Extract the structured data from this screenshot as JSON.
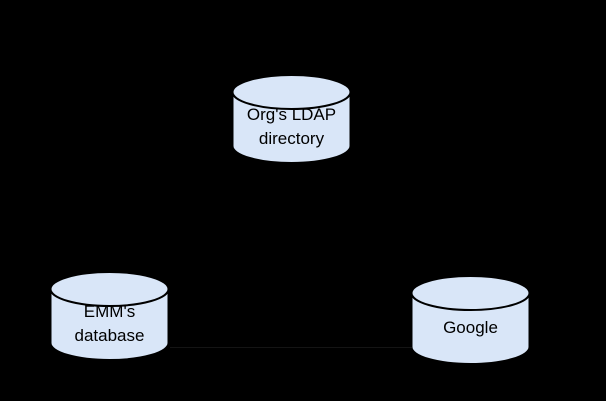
{
  "diagram": {
    "nodes": [
      {
        "id": "org-ldap-directory",
        "shape": "database-cylinder",
        "lines": [
          "Org's LDAP",
          "directory"
        ]
      },
      {
        "id": "emm-database",
        "shape": "database-cylinder",
        "lines": [
          "EMM's",
          "database"
        ]
      },
      {
        "id": "google",
        "shape": "database-cylinder",
        "lines": [
          "Google"
        ]
      }
    ],
    "colors": {
      "background": "#000000",
      "cylinder_fill": "#d9e6f8",
      "cylinder_stroke": "#000000",
      "faint_line": "#141414"
    }
  }
}
